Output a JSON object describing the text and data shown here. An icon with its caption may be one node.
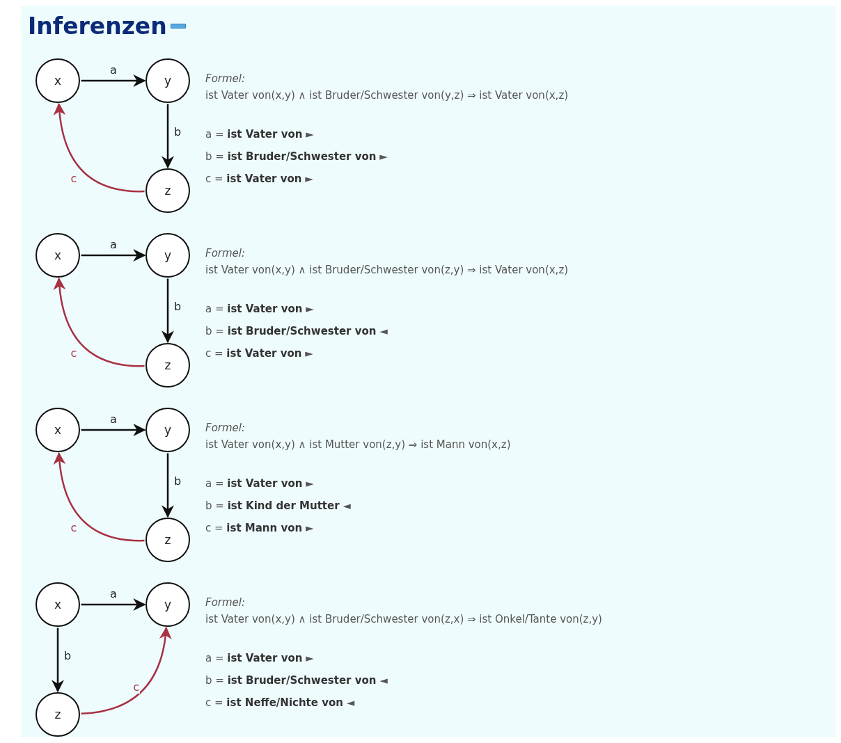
{
  "diagram": {
    "title": "Inferenzen",
    "nodes": [
      {
        "text": [
          "x"
        ]
      },
      {
        "text": [
          "y"
        ]
      },
      {
        "text": [
          "z"
        ]
      },
      {
        "text": [
          "x"
        ]
      },
      {
        "text": [
          "y"
        ]
      },
      {
        "text": [
          "z"
        ]
      },
      {
        "text": [
          "x"
        ]
      },
      {
        "text": [
          "y"
        ]
      },
      {
        "text": [
          "z"
        ]
      },
      {
        "text": [
          "x"
        ]
      },
      {
        "text": [
          "y"
        ]
      },
      {
        "text": [
          "z"
        ]
      }
    ],
    "edges": [
      {
        "from": 0,
        "to": 1,
        "arrow": "to",
        "label": "a"
      },
      {
        "from": 1,
        "to": 2,
        "arrow": "to",
        "label": "b"
      },
      {
        "from": 2,
        "to": 0,
        "arrow": "to",
        "label": "c",
        "color": "#a83242"
      },
      {
        "from": 3,
        "to": 4,
        "arrow": "to",
        "label": "a"
      },
      {
        "from": 4,
        "to": 5,
        "arrow": "to",
        "label": "b"
      },
      {
        "from": 5,
        "to": 3,
        "arrow": "to",
        "label": "c",
        "color": "#a83242"
      },
      {
        "from": 6,
        "to": 7,
        "arrow": "to",
        "label": "a"
      },
      {
        "from": 7,
        "to": 8,
        "arrow": "to",
        "label": "b"
      },
      {
        "from": 8,
        "to": 6,
        "arrow": "to",
        "label": "c",
        "color": "#a83242"
      },
      {
        "from": 9,
        "to": 10,
        "arrow": "to",
        "label": "a"
      },
      {
        "from": 9,
        "to": 11,
        "arrow": "to",
        "label": "b"
      },
      {
        "from": 11,
        "to": 10,
        "arrow": "to",
        "label": "c",
        "color": "#a83242"
      }
    ],
    "labels": [
      "Formel:",
      "ist Vater von(x,y) ∧ ist Bruder/Schwester von(y,z) ⇒ ist Vater von(x,z)",
      "a = **ist Vater von** ►",
      "b = **ist Bruder/Schwester von** ►",
      "c = **ist Vater von** ►",
      "Formel:",
      "ist Vater von(x,y) ∧ ist Bruder/Schwester von(z,y) ⇒ ist Vater von(x,z)",
      "a = **ist Vater von** ►",
      "b = **ist Bruder/Schwester von** ◄",
      "c = **ist Vater von** ►",
      "Formel:",
      "ist Vater von(x,y) ∧ ist Mutter von(z,y) ⇒ ist Mann von(x,z)",
      "a = **ist Vater von** ►",
      "b = **ist Kind der Mutter** ◄",
      "c = **ist Mann von** ►",
      "Formel:",
      "ist Vater von(x,y) ∧ ist Bruder/Schwester von(z,x) ⇒ ist Onkel/Tante von(z,y)",
      "a = **ist Vater von** ►",
      "b = **ist Bruder/Schwester von** ◄",
      "c = **ist Neffe/Nichte von** ◄"
    ]
  }
}
